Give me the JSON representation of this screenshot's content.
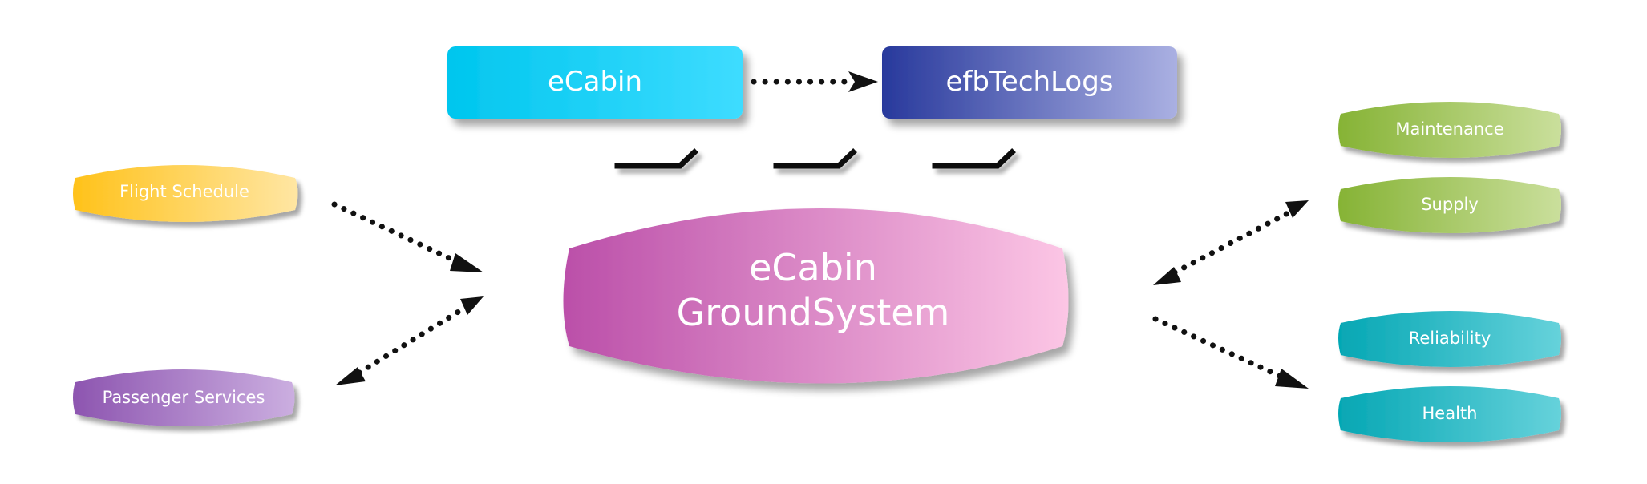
{
  "top_boxes": {
    "ecabin": {
      "label": "eCabin"
    },
    "efbtechlogs": {
      "label": "efbTechLogs"
    }
  },
  "center": {
    "line1": "eCabin",
    "line2": "GroundSystem"
  },
  "left_nodes": {
    "flight_schedule": {
      "label": "Flight Schedule"
    },
    "passenger_services": {
      "label": "Passenger Services"
    }
  },
  "right_nodes": {
    "maintenance": {
      "label": "Maintenance"
    },
    "supply": {
      "label": "Supply"
    },
    "reliability": {
      "label": "Reliability"
    },
    "health": {
      "label": "Health"
    }
  },
  "colors": {
    "ecabin": [
      "#00c8f0",
      "#3ddcff"
    ],
    "efbtechlogs": [
      "#2a3a9e",
      "#a8aee0"
    ],
    "center": [
      "#bb4fa9",
      "#fbc3e3"
    ],
    "flight_schedule": [
      "#ffc31f",
      "#ffe49a"
    ],
    "passenger_services": [
      "#8f58b2",
      "#c8a9dd"
    ],
    "maintenance_supply": [
      "#8ab63a",
      "#c8dd98"
    ],
    "reliability_health": [
      "#08a9b6",
      "#62d0d9"
    ],
    "arrow": "#111111"
  }
}
